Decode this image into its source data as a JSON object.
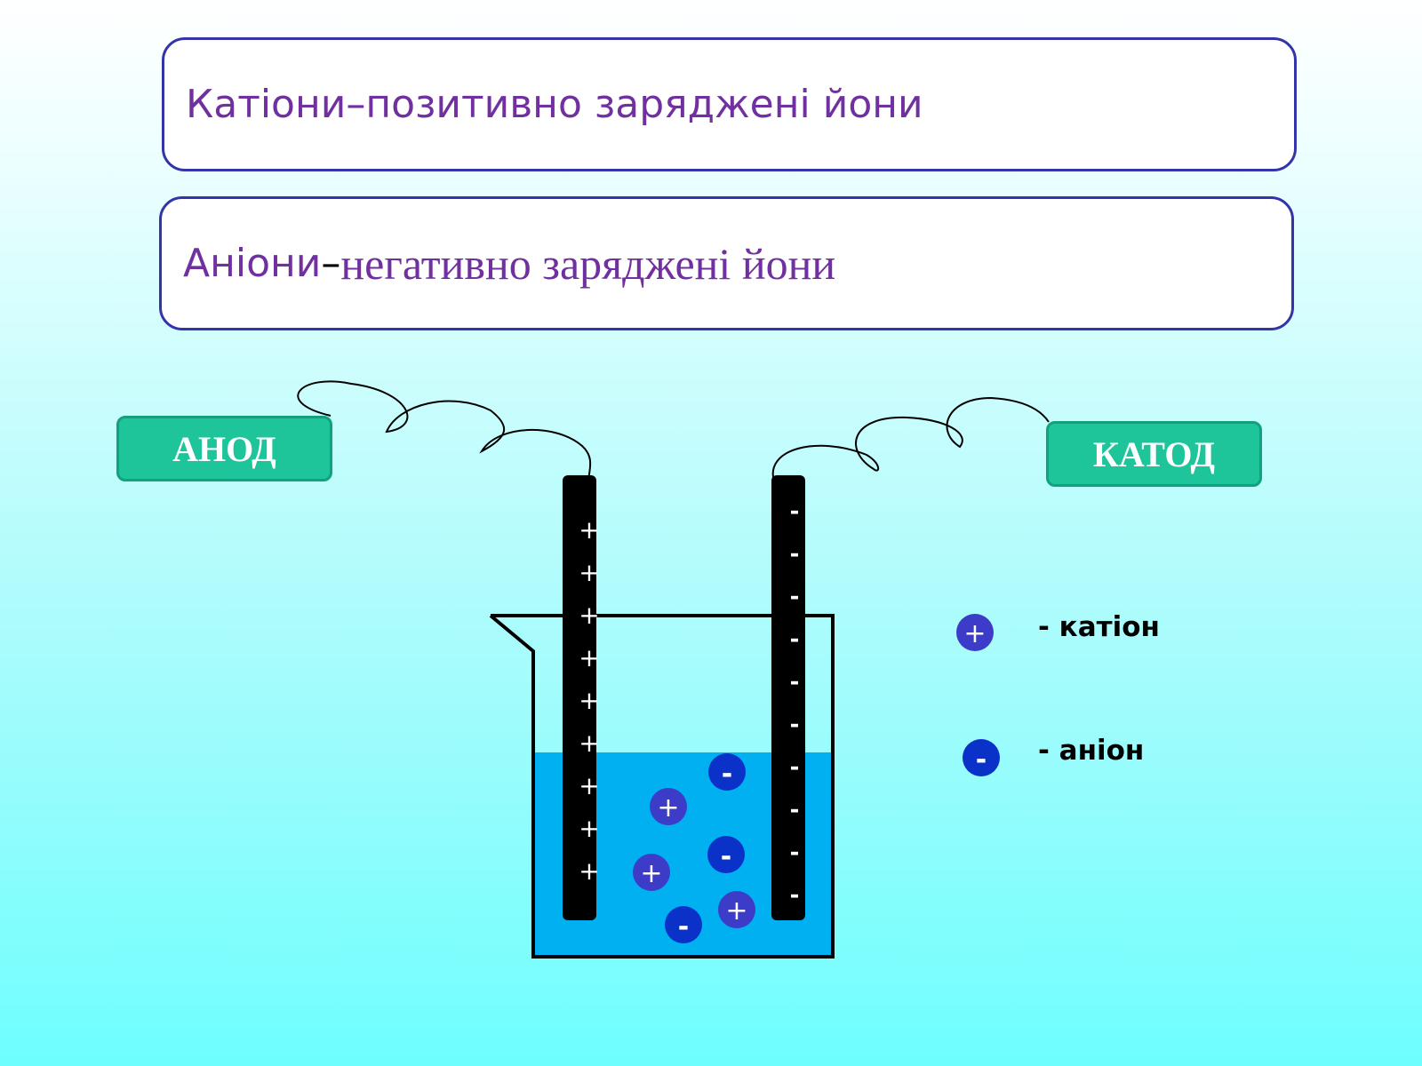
{
  "definitions": {
    "cation": {
      "term": "Катіони",
      "dash": " – ",
      "description": "позитивно заряджені йони"
    },
    "anion": {
      "term": "Аніони",
      "dash": " – ",
      "description": "негативно заряджені йони"
    }
  },
  "electrodes": {
    "anode": {
      "label": "АНОД",
      "sign": "+"
    },
    "cathode": {
      "label": "КАТОД",
      "sign": "-"
    }
  },
  "ions": {
    "cation_sign": "+",
    "anion_sign": "-"
  },
  "legend": {
    "cation": {
      "sign": "+",
      "text": "- катіон"
    },
    "anion": {
      "sign": "-",
      "text": "- аніон"
    }
  },
  "colors": {
    "box_border": "#3333aa",
    "definition_text": "#7030a0",
    "label_fill": "#1ec49a",
    "solution": "#00b0f0",
    "cation_fill": "#3c3cc8",
    "anion_fill": "#0a32c8",
    "electrode": "#000000"
  }
}
